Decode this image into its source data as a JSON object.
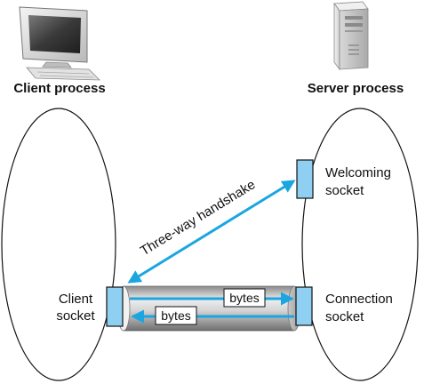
{
  "client": {
    "process_label": "Client process",
    "socket_label_line1": "Client",
    "socket_label_line2": "socket"
  },
  "server": {
    "process_label": "Server process",
    "welcoming_label_line1": "Welcoming",
    "welcoming_label_line2": "socket",
    "connection_label_line1": "Connection",
    "connection_label_line2": "socket"
  },
  "handshake_label": "Three-way handshake",
  "pipe": {
    "forward_label": "bytes",
    "backward_label": "bytes"
  },
  "colors": {
    "socket_fill": "#8fd0f2",
    "arrow": "#1aa6e0",
    "outline": "#111111"
  },
  "icons": {
    "client": "desktop-computer-icon",
    "server": "server-tower-icon"
  }
}
